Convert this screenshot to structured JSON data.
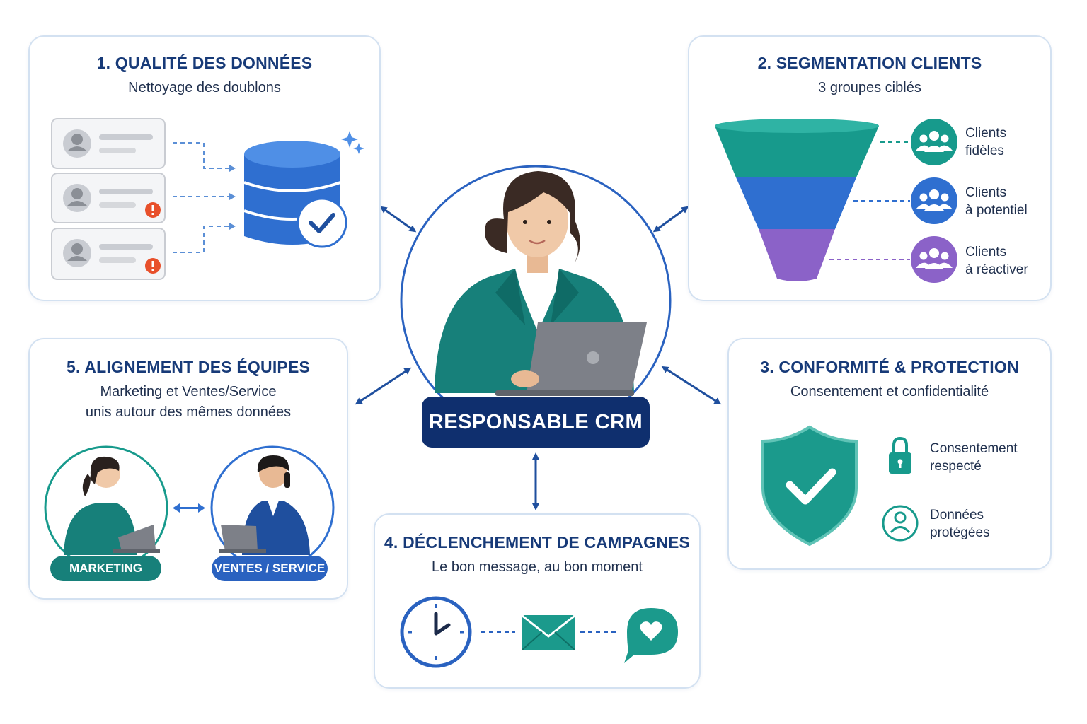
{
  "center": {
    "label": "RESPONSABLE CRM"
  },
  "cards": {
    "data_quality": {
      "title": "1. QUALITÉ DES DONNÉES",
      "subtitle": "Nettoyage des doublons"
    },
    "segmentation": {
      "title": "2. SEGMENTATION CLIENTS",
      "subtitle": "3 groupes ciblés",
      "groups": [
        {
          "line1": "Clients",
          "line2": "fidèles",
          "color": "#179a8c"
        },
        {
          "line1": "Clients",
          "line2": "à potentiel",
          "color": "#2f6fd0"
        },
        {
          "line1": "Clients",
          "line2": "à réactiver",
          "color": "#8b62c8"
        }
      ]
    },
    "compliance": {
      "title": "3. CONFORMITÉ & PROTECTION",
      "subtitle": "Consentement et confidentialité",
      "items": [
        {
          "line1": "Consentement",
          "line2": "respecté",
          "icon": "lock-icon"
        },
        {
          "line1": "Données",
          "line2": "protégées",
          "icon": "user-shield-icon"
        }
      ]
    },
    "campaigns": {
      "title": "4. DÉCLENCHEMENT DE CAMPAGNES",
      "subtitle": "Le bon message, au bon moment"
    },
    "alignment": {
      "title": "5. ALIGNEMENT DES ÉQUIPES",
      "subtitle_line1": "Marketing et Ventes/Service",
      "subtitle_line2": "unis autour des mêmes données",
      "teams": {
        "marketing": "MARKETING",
        "sales": "VENTES / SERVICE"
      }
    }
  },
  "colors": {
    "navy": "#0f2f6e",
    "teal": "#179a8c",
    "blue": "#2f6fd0",
    "purple": "#8b62c8",
    "alert": "#e8502b"
  }
}
